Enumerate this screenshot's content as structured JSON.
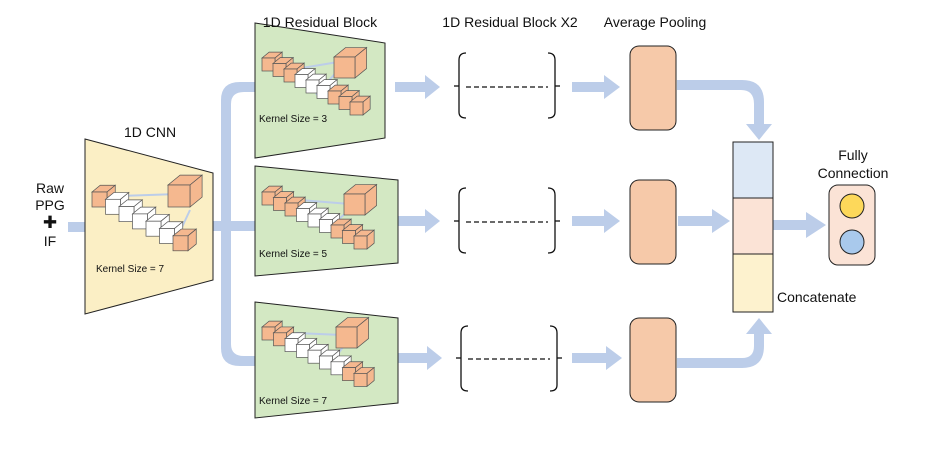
{
  "input": {
    "line1": "Raw",
    "line2": "PPG",
    "plus": "✚",
    "line3": "IF"
  },
  "cnn": {
    "title": "1D CNN",
    "kernel": "Kernel Size = 7",
    "fill": "#fbefc5"
  },
  "residual": {
    "title": "1D Residual Block",
    "fill": "#d3e8c3",
    "kernels": [
      "Kernel Size = 3",
      "Kernel Size = 5",
      "Kernel Size = 7"
    ]
  },
  "residual_x2": {
    "title": "1D Residual Block X2"
  },
  "pooling": {
    "title": "Average Pooling",
    "fill": "#f6c9a9"
  },
  "concat": {
    "label": "Concatenate",
    "colors": [
      "#dde8f5",
      "#fbe3d6",
      "#fdf2ce"
    ]
  },
  "fc": {
    "title_line1": "Fully",
    "title_line2": "Connection",
    "node_colors": [
      "#fdd85a",
      "#a9c9ec"
    ]
  },
  "colors": {
    "arrow": "#bccde9",
    "orange_cube": "#f5b88f"
  }
}
